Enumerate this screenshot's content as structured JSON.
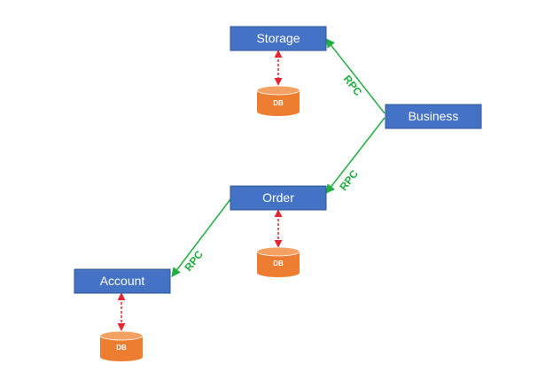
{
  "colors": {
    "service_fill": "#4472c4",
    "service_stroke": "#2f5597",
    "db_fill": "#ed7d31",
    "db_top": "#f4a264",
    "rpc": "#1fae3f",
    "db_link": "#e3262f"
  },
  "services": {
    "storage": "Storage",
    "business": "Business",
    "order": "Order",
    "account": "Account"
  },
  "databases": {
    "storage_db": "DB",
    "order_db": "DB",
    "account_db": "DB"
  },
  "edges": {
    "business_storage": "RPC",
    "business_order": "RPC",
    "order_account": "RPC"
  }
}
